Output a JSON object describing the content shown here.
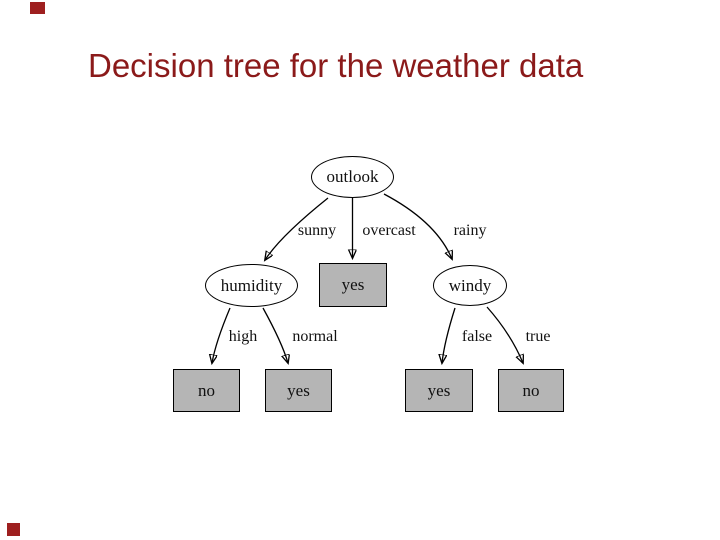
{
  "slide": {
    "title": "Decision tree for the weather data"
  },
  "colors": {
    "title": "#8B1A1A",
    "accent": "#9E1F1F",
    "node-fill": "#FFFFFF",
    "leaf-fill": "#B5B5B5",
    "stroke": "#000000"
  },
  "tree": {
    "nodes": [
      {
        "id": "outlook",
        "label": "outlook",
        "shape": "ellipse"
      },
      {
        "id": "humidity",
        "label": "humidity",
        "shape": "ellipse"
      },
      {
        "id": "overcast-yes",
        "label": "yes",
        "shape": "box"
      },
      {
        "id": "windy",
        "label": "windy",
        "shape": "ellipse"
      },
      {
        "id": "high-no",
        "label": "no",
        "shape": "box"
      },
      {
        "id": "normal-yes",
        "label": "yes",
        "shape": "box"
      },
      {
        "id": "false-yes",
        "label": "yes",
        "shape": "box"
      },
      {
        "id": "true-no",
        "label": "no",
        "shape": "box"
      }
    ],
    "edges": [
      {
        "from": "outlook",
        "to": "humidity",
        "label": "sunny"
      },
      {
        "from": "outlook",
        "to": "overcast-yes",
        "label": "overcast"
      },
      {
        "from": "outlook",
        "to": "windy",
        "label": "rainy"
      },
      {
        "from": "humidity",
        "to": "high-no",
        "label": "high"
      },
      {
        "from": "humidity",
        "to": "normal-yes",
        "label": "normal"
      },
      {
        "from": "windy",
        "to": "false-yes",
        "label": "false"
      },
      {
        "from": "windy",
        "to": "true-no",
        "label": "true"
      }
    ]
  }
}
